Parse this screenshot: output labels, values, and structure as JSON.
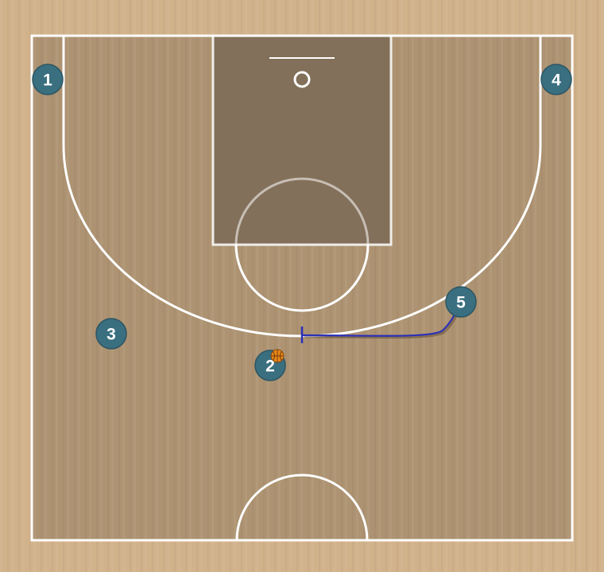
{
  "colors": {
    "background": "#d1b28b",
    "court_floor": "#ad9372",
    "paint": "#83705a",
    "court_lines": "#ffffff",
    "player_fill": "#3a6f80",
    "player_stroke": "#2c5563",
    "movement_line": "#2a2fb8",
    "ball": "#e8861b"
  },
  "players": [
    {
      "id": "p1",
      "label": "1"
    },
    {
      "id": "p2",
      "label": "2",
      "has_ball": true
    },
    {
      "id": "p3",
      "label": "3"
    },
    {
      "id": "p4",
      "label": "4"
    },
    {
      "id": "p5",
      "label": "5"
    }
  ],
  "actions": [
    {
      "type": "screen",
      "player": "5",
      "icon": "screen-end-marker"
    }
  ],
  "icons": {
    "ball": "basketball-icon",
    "hoop": "hoop-icon"
  }
}
